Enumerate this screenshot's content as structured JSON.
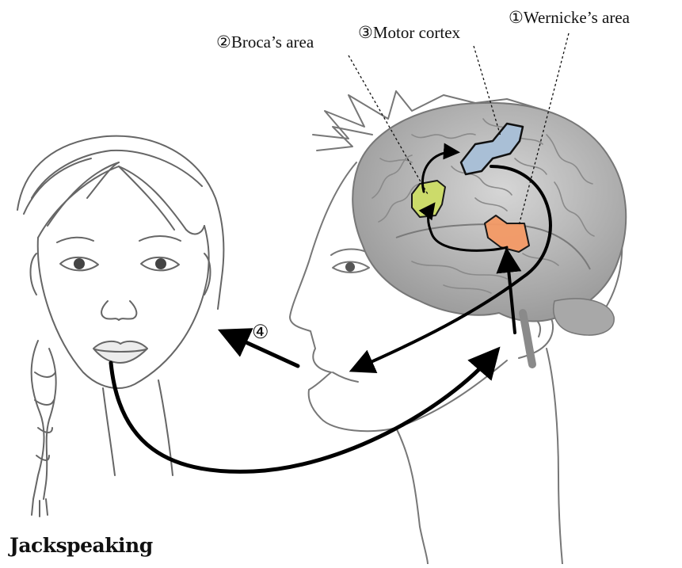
{
  "labels": {
    "wernicke": "①Wernicke’s area",
    "broca": "②Broca’s area",
    "motor": "③Motor cortex",
    "step4": "④"
  },
  "brand": "Jackspeaking",
  "colors": {
    "wernicke": "#f49a66",
    "broca": "#cddd66",
    "motor": "#a9bfd6",
    "brain": "#b9b9b9",
    "sketch": "#6e6e6e",
    "arrow": "#000000"
  }
}
